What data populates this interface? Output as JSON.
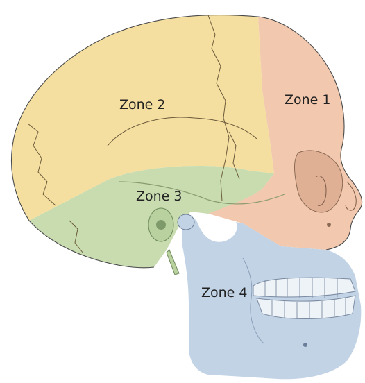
{
  "labels": {
    "zone1": "Zone 1",
    "zone2": "Zone 2",
    "zone3": "Zone 3",
    "zone4": "Zone 4"
  },
  "colors": {
    "zone1": "#f2c9ae",
    "zone2": "#f5dfa0",
    "zone3": "#c8dcb0",
    "zone4": "#c2d3e6",
    "teeth": "#eef3f8",
    "background": "#ffffff"
  }
}
